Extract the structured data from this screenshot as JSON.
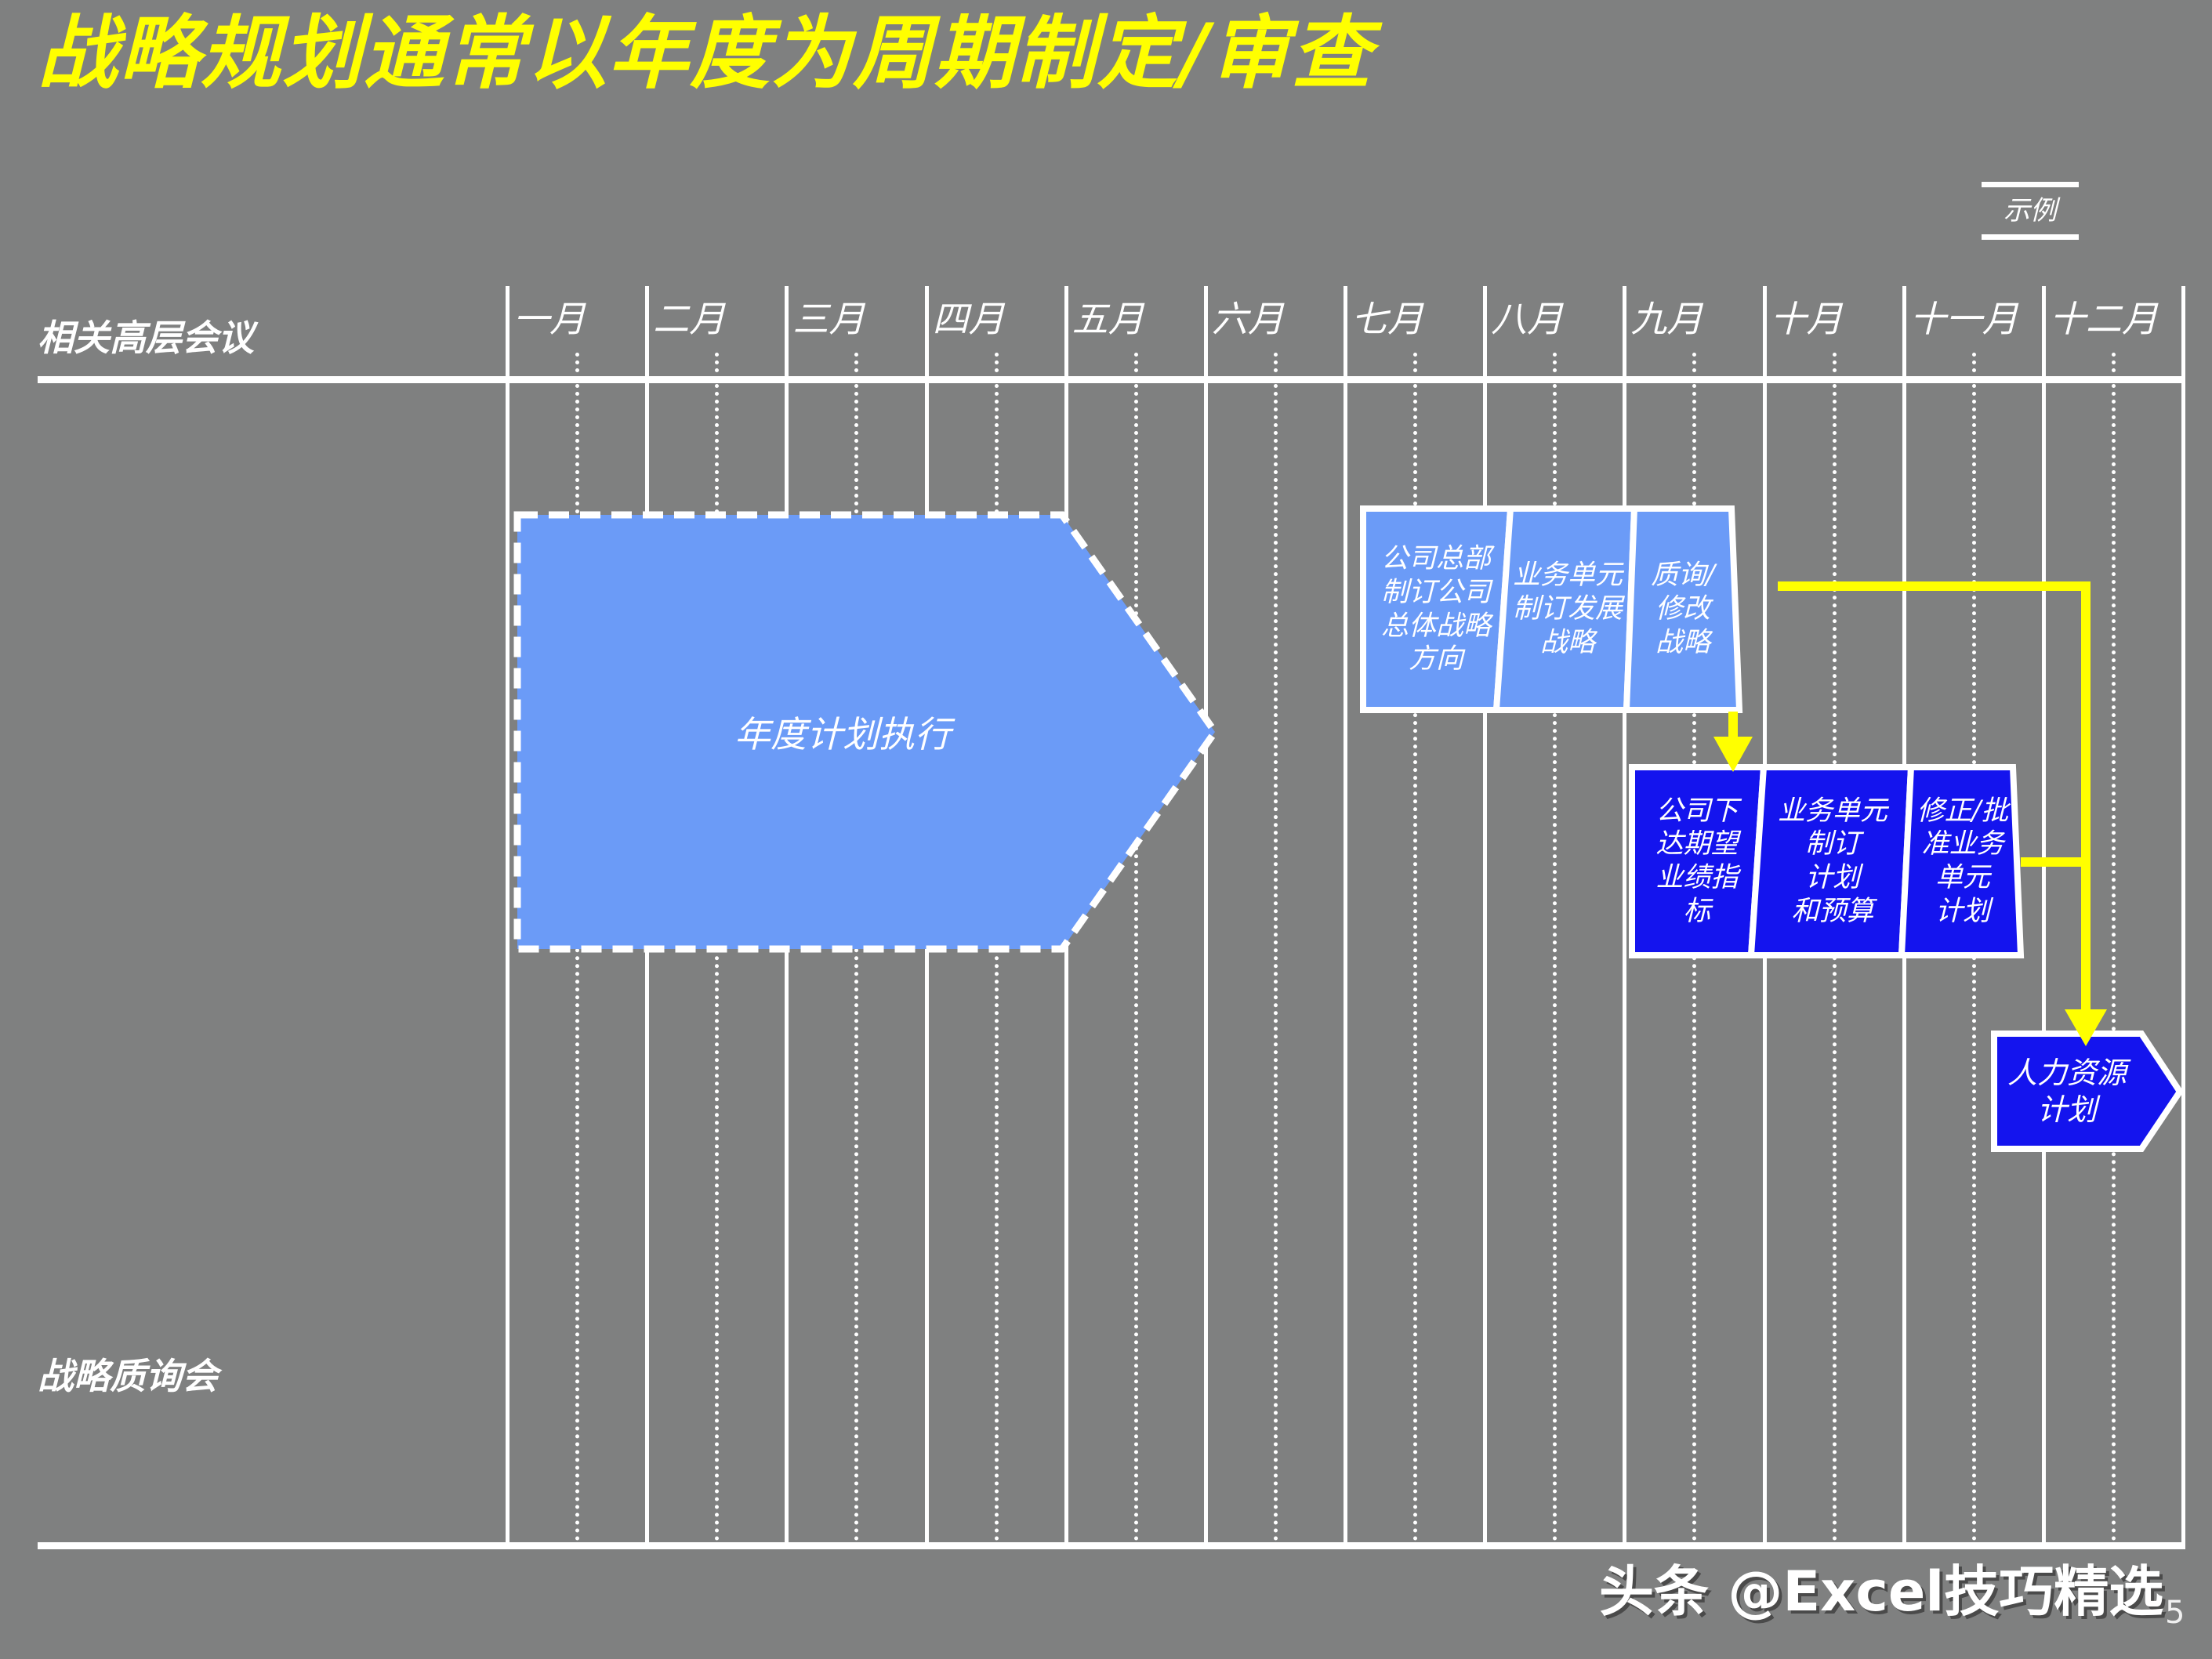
{
  "slide": {
    "title": "战略规划通常以年度为周期制定/审查",
    "title_color": "#ffff00",
    "background_color": "#7f8080",
    "page_number": "5",
    "footer": "头条 @Excel技巧精选"
  },
  "example_badge": {
    "label": "示例"
  },
  "timeline": {
    "months": [
      "一月",
      "二月",
      "三月",
      "四月",
      "五月",
      "六月",
      "七月",
      "八月",
      "九月",
      "十月",
      "十一月",
      "十二月"
    ]
  },
  "rows": [
    {
      "label": "相关高层会议"
    },
    {
      "label": "战略质询会"
    }
  ],
  "annual_arrow": {
    "label": "年度计划执行",
    "fill": "#6b9bf7",
    "border": "#ffffff",
    "start_month": "一月",
    "end_month": "六月"
  },
  "band_top": {
    "fill": "#6b9bf7",
    "border": "#ffffff",
    "segments": [
      {
        "label": "公司总部\n制订公司\n总体战略\n方向"
      },
      {
        "label": "业务单元\n制订发展\n战略"
      },
      {
        "label": "质询/\n修改\n战略"
      }
    ]
  },
  "band_mid": {
    "fill": "#1414ee",
    "border": "#ffffff",
    "segments": [
      {
        "label": "公司下\n达期望\n业绩指\n标"
      },
      {
        "label": "业务单元\n制订\n计划\n和预算"
      },
      {
        "label": "修正/批\n准业务\n单元\n计划"
      }
    ]
  },
  "hr_plan_box": {
    "label": "人力资源\n计划",
    "fill": "#1414ee",
    "border": "#ffffff"
  },
  "connectors": {
    "color": "#ffff00",
    "items": [
      {
        "name": "top-band-to-mid-band-arrow"
      },
      {
        "name": "top-band-right-to-hr-plan"
      },
      {
        "name": "mid-band-right-to-hr-plan"
      }
    ]
  }
}
